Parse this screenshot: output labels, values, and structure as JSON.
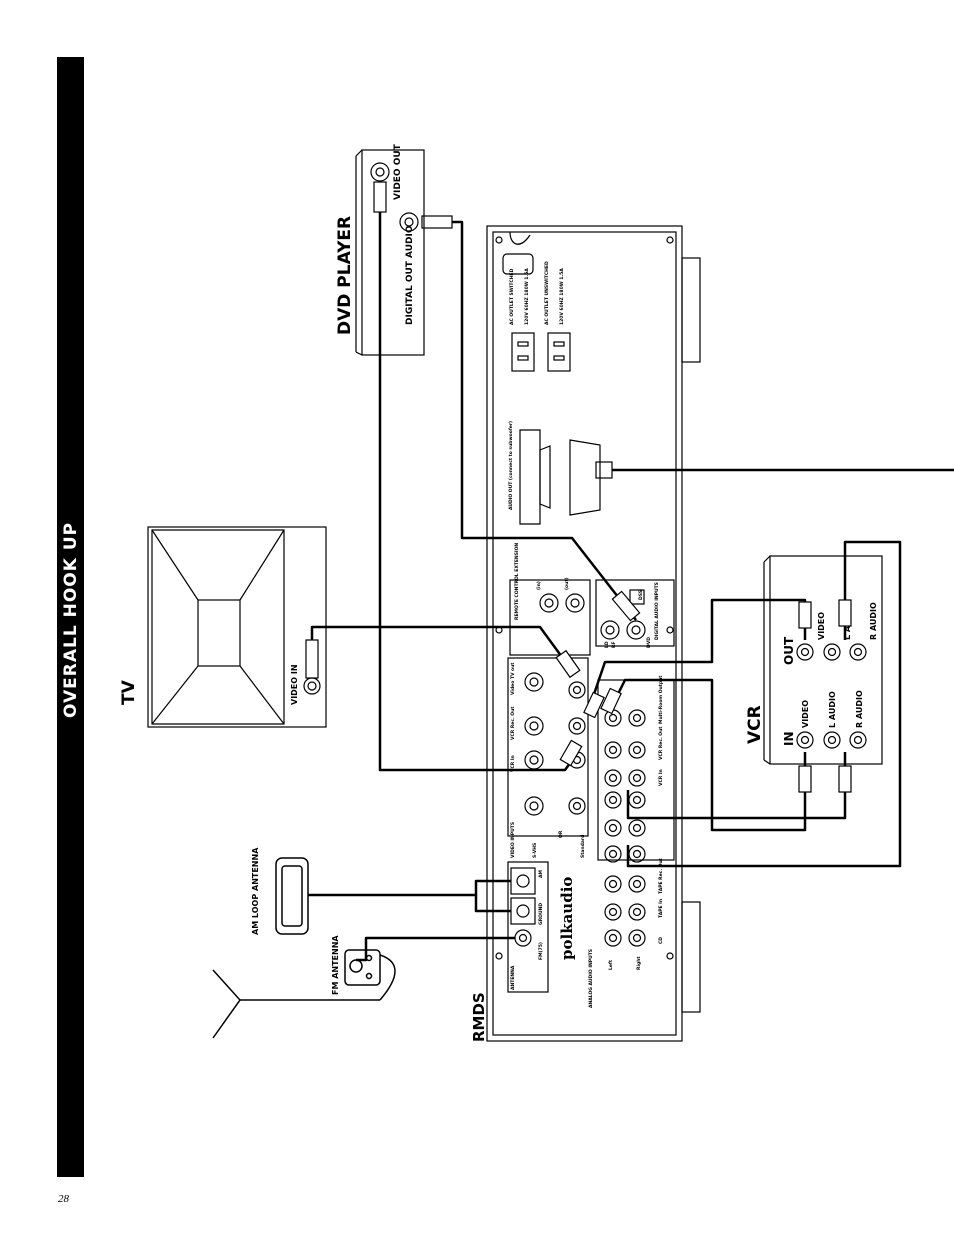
{
  "page": {
    "section_title": "OVERALL HOOK UP",
    "page_number": "28"
  },
  "devices": {
    "tv": {
      "name": "TV",
      "video_in": "VIDEO IN"
    },
    "dvd": {
      "name": "DVD PLAYER",
      "video_out": "VIDEO OUT",
      "digital_out": "DIGITAL OUT AUDIO"
    },
    "vcr": {
      "name": "VCR",
      "in": "IN",
      "out": "OUT",
      "video": "VIDEO",
      "l_audio": "L AUDIO",
      "r_audio": "R AUDIO"
    },
    "rmds": {
      "name": "RMDS",
      "brand": "polkaudio"
    },
    "am_antenna": "AM LOOP ANTENNA",
    "fm_antenna": "FM ANTENNA"
  },
  "panel": {
    "ac_switched": "AC OUTLET SWITCHED",
    "ac_switched_spec": "120V 60HZ 180W 1.5A",
    "ac_unswitched": "AC OUTLET UNSWITCHED",
    "ac_unswitched_spec": "120V 60HZ 180W 1.5A",
    "audio_out": "AUDIO OUT (connect to subwoofer)",
    "remote": "REMOTE CONTROL EXTENSION",
    "remote_in": "(in)",
    "remote_out": "(out)",
    "digital_inputs": "DIGITAL AUDIO INPUTS",
    "dss": "DSS",
    "dvd": "DVD",
    "ld": "LD",
    "rf": "RF",
    "video_tv_out": "Video TV out",
    "vcr_rec_out": "VCR Rec. Out",
    "vcr_in": "VCR In",
    "video_inputs": "VIDEO INPUTS",
    "s_vhs": "S-VHS",
    "or": "OR",
    "standard": "Standard",
    "vcr_rec_out2": "VCR Rec. Out",
    "multi_room": "Multi-Room Output",
    "vcr_in2": "VCR In",
    "tape_rec_out": "TAPE Rec. Out",
    "tape_in": "TAPE In",
    "cd": "CD",
    "antenna": "ANTENNA",
    "fm75": "FM(75)",
    "ground": "GROUND",
    "am": "AM",
    "analog_inputs": "ANALOG AUDIO INPUTS",
    "left": "Left",
    "right": "Right"
  }
}
